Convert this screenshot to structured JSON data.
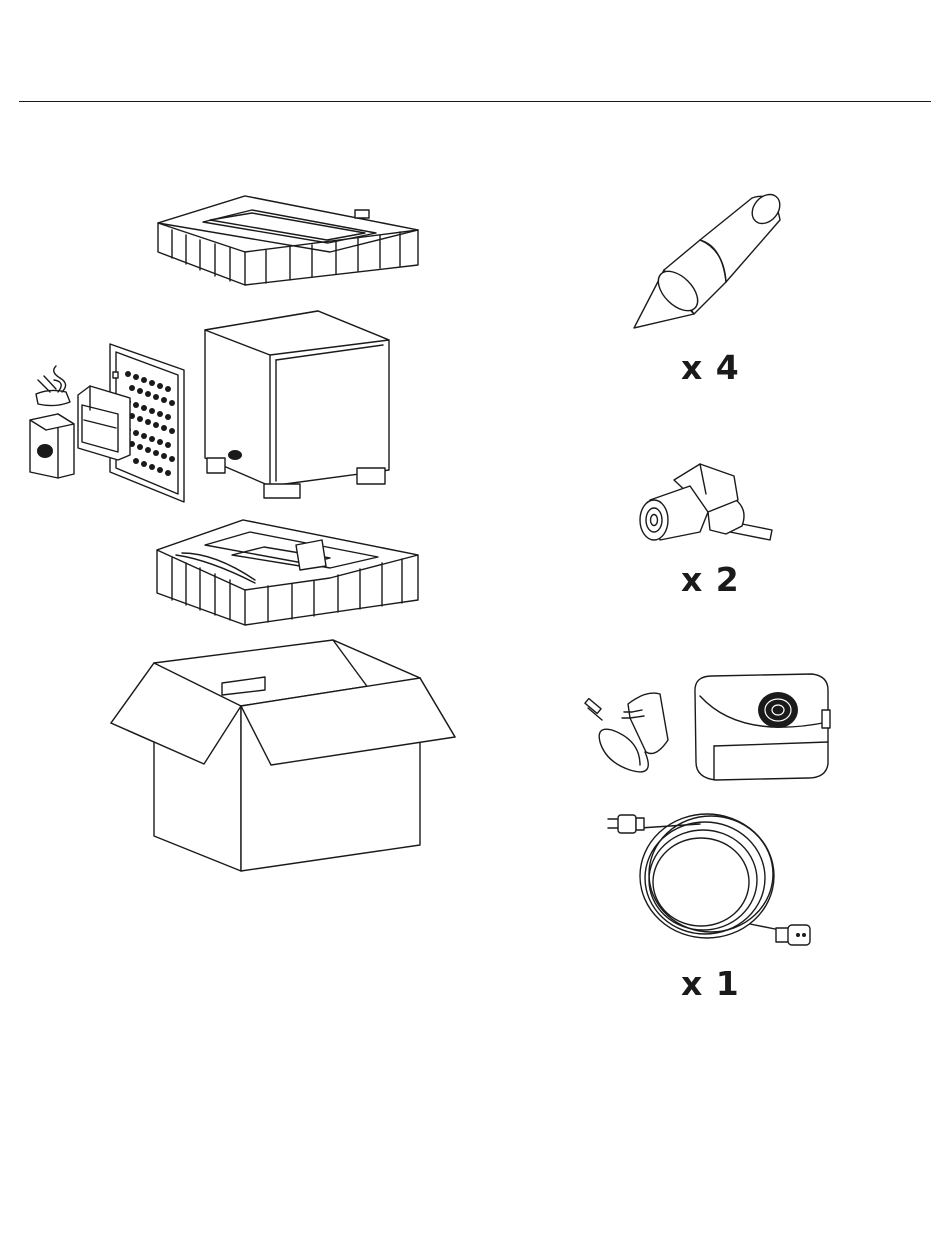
{
  "labels": {
    "spikes_qty": "x 4",
    "rca_adapter_qty": "x 2",
    "power_items_qty": "x 1"
  },
  "icons": [
    "foam-top-insert-icon",
    "subwoofer-cabinet-icon",
    "grille-icon",
    "wireless-receiver-icon",
    "power-adapter-icon",
    "foam-bottom-insert-icon",
    "shipping-box-icon",
    "spike-foot-icon",
    "rca-right-angle-adapter-icon",
    "wall-adapter-icon",
    "transmitter-box-icon",
    "power-cord-icon"
  ]
}
